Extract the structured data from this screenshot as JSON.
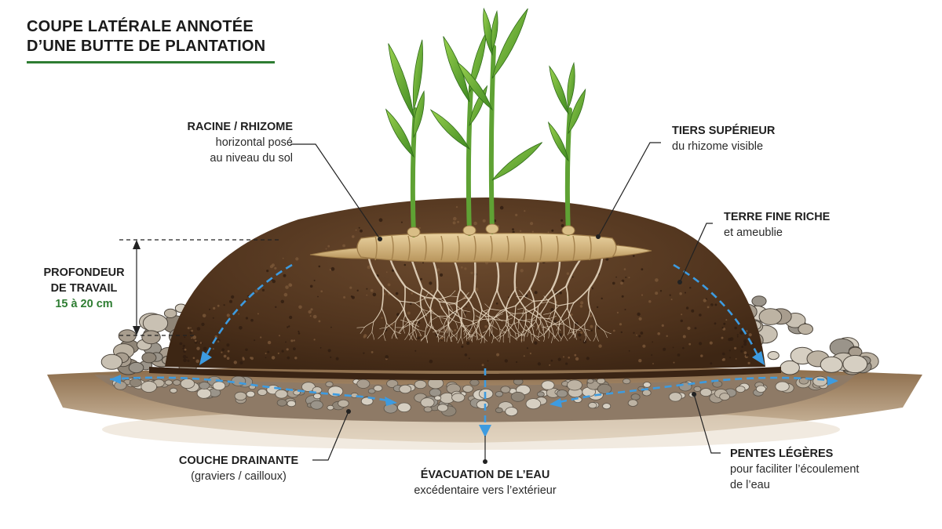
{
  "title": {
    "line1": "COUPE LATÉRALE ANNOTÉE",
    "line2": "D’UNE BUTTE DE PLANTATION"
  },
  "colors": {
    "title_rule": "#2e7d32",
    "accent_green": "#2e7d32",
    "soil": "#5a3b22",
    "water_arrow": "#3d9be0",
    "rhizome": "#d8b980",
    "leaf": "#6ab23c"
  },
  "labels": {
    "racine": {
      "heading": "RACINE / RHIZOME",
      "line1": "horizontal posé",
      "line2": "au niveau du sol"
    },
    "tiers": {
      "heading": "TIERS SUPÉRIEUR",
      "line1": "du rhizome visible"
    },
    "terre": {
      "heading": "TERRE FINE RICHE",
      "line1": "et ameublie"
    },
    "profondeur": {
      "line1": "PROFONDEUR",
      "line2": "DE TRAVAIL",
      "value": "15 à 20 cm"
    },
    "couche": {
      "heading": "COUCHE DRAINANTE",
      "line1": "(graviers / cailloux)"
    },
    "evacuation": {
      "heading": "ÉVACUATION DE L’EAU",
      "line1": "excédentaire vers l’extérieur"
    },
    "pentes": {
      "heading": "PENTES LÉGÈRES",
      "line1": "pour faciliter l’écoulement",
      "line2": "de l’eau"
    }
  }
}
